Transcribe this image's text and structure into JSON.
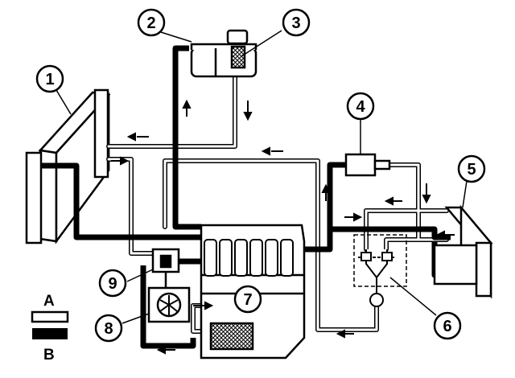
{
  "callouts": [
    "1",
    "2",
    "3",
    "4",
    "5",
    "6",
    "7",
    "8",
    "9"
  ],
  "legend": {
    "a": "A",
    "b": "B"
  },
  "colors": {
    "ink": "#000000",
    "hose_fill": "#ffffff",
    "paper": "#ffffff"
  }
}
